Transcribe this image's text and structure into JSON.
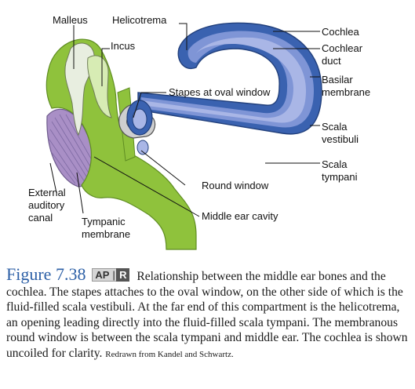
{
  "labels": {
    "malleus": "Malleus",
    "helicotrema": "Helicotrema",
    "incus": "Incus",
    "stapes": "Stapes at oval window",
    "cochlea": "Cochlea",
    "cochlear_duct": [
      "Cochlear",
      "duct"
    ],
    "basilar_membrane": [
      "Basilar",
      "membrane"
    ],
    "scala_vestibuli": [
      "Scala",
      "vestibuli"
    ],
    "scala_tympani": [
      "Scala",
      "tympani"
    ],
    "round_window": "Round window",
    "middle_ear_cavity": "Middle ear cavity",
    "external_auditory_canal": [
      "External",
      "auditory",
      "canal"
    ],
    "tympanic_membrane": [
      "Tympanic",
      "membrane"
    ]
  },
  "caption": {
    "figure_number": "Figure 7.38",
    "badge_ap": "AP",
    "badge_sep": "|",
    "badge_r": "R",
    "text": "Relationship between the middle ear bones and the cochlea. The stapes attaches to the oval window, on the other side of which is the fluid-filled scala vestibuli. At the far end of this compartment is the helicotrema, an opening leading directly into the fluid-filled scala tympani. The membranous round window is between the scala tympani and middle ear. The cochlea is shown uncoiled for clarity.",
    "credit": "Redrawn from Kandel and Schwartz."
  },
  "colors": {
    "bone_green": "#8fc23c",
    "bone_light": "#d7ecb4",
    "cochlea_outer": "#3a62b0",
    "cochlea_mid": "#7f95d6",
    "cochlea_inner": "#a9b6e6",
    "tympanic": "#a98fc6",
    "figure_blue": "#2c5fa6"
  }
}
